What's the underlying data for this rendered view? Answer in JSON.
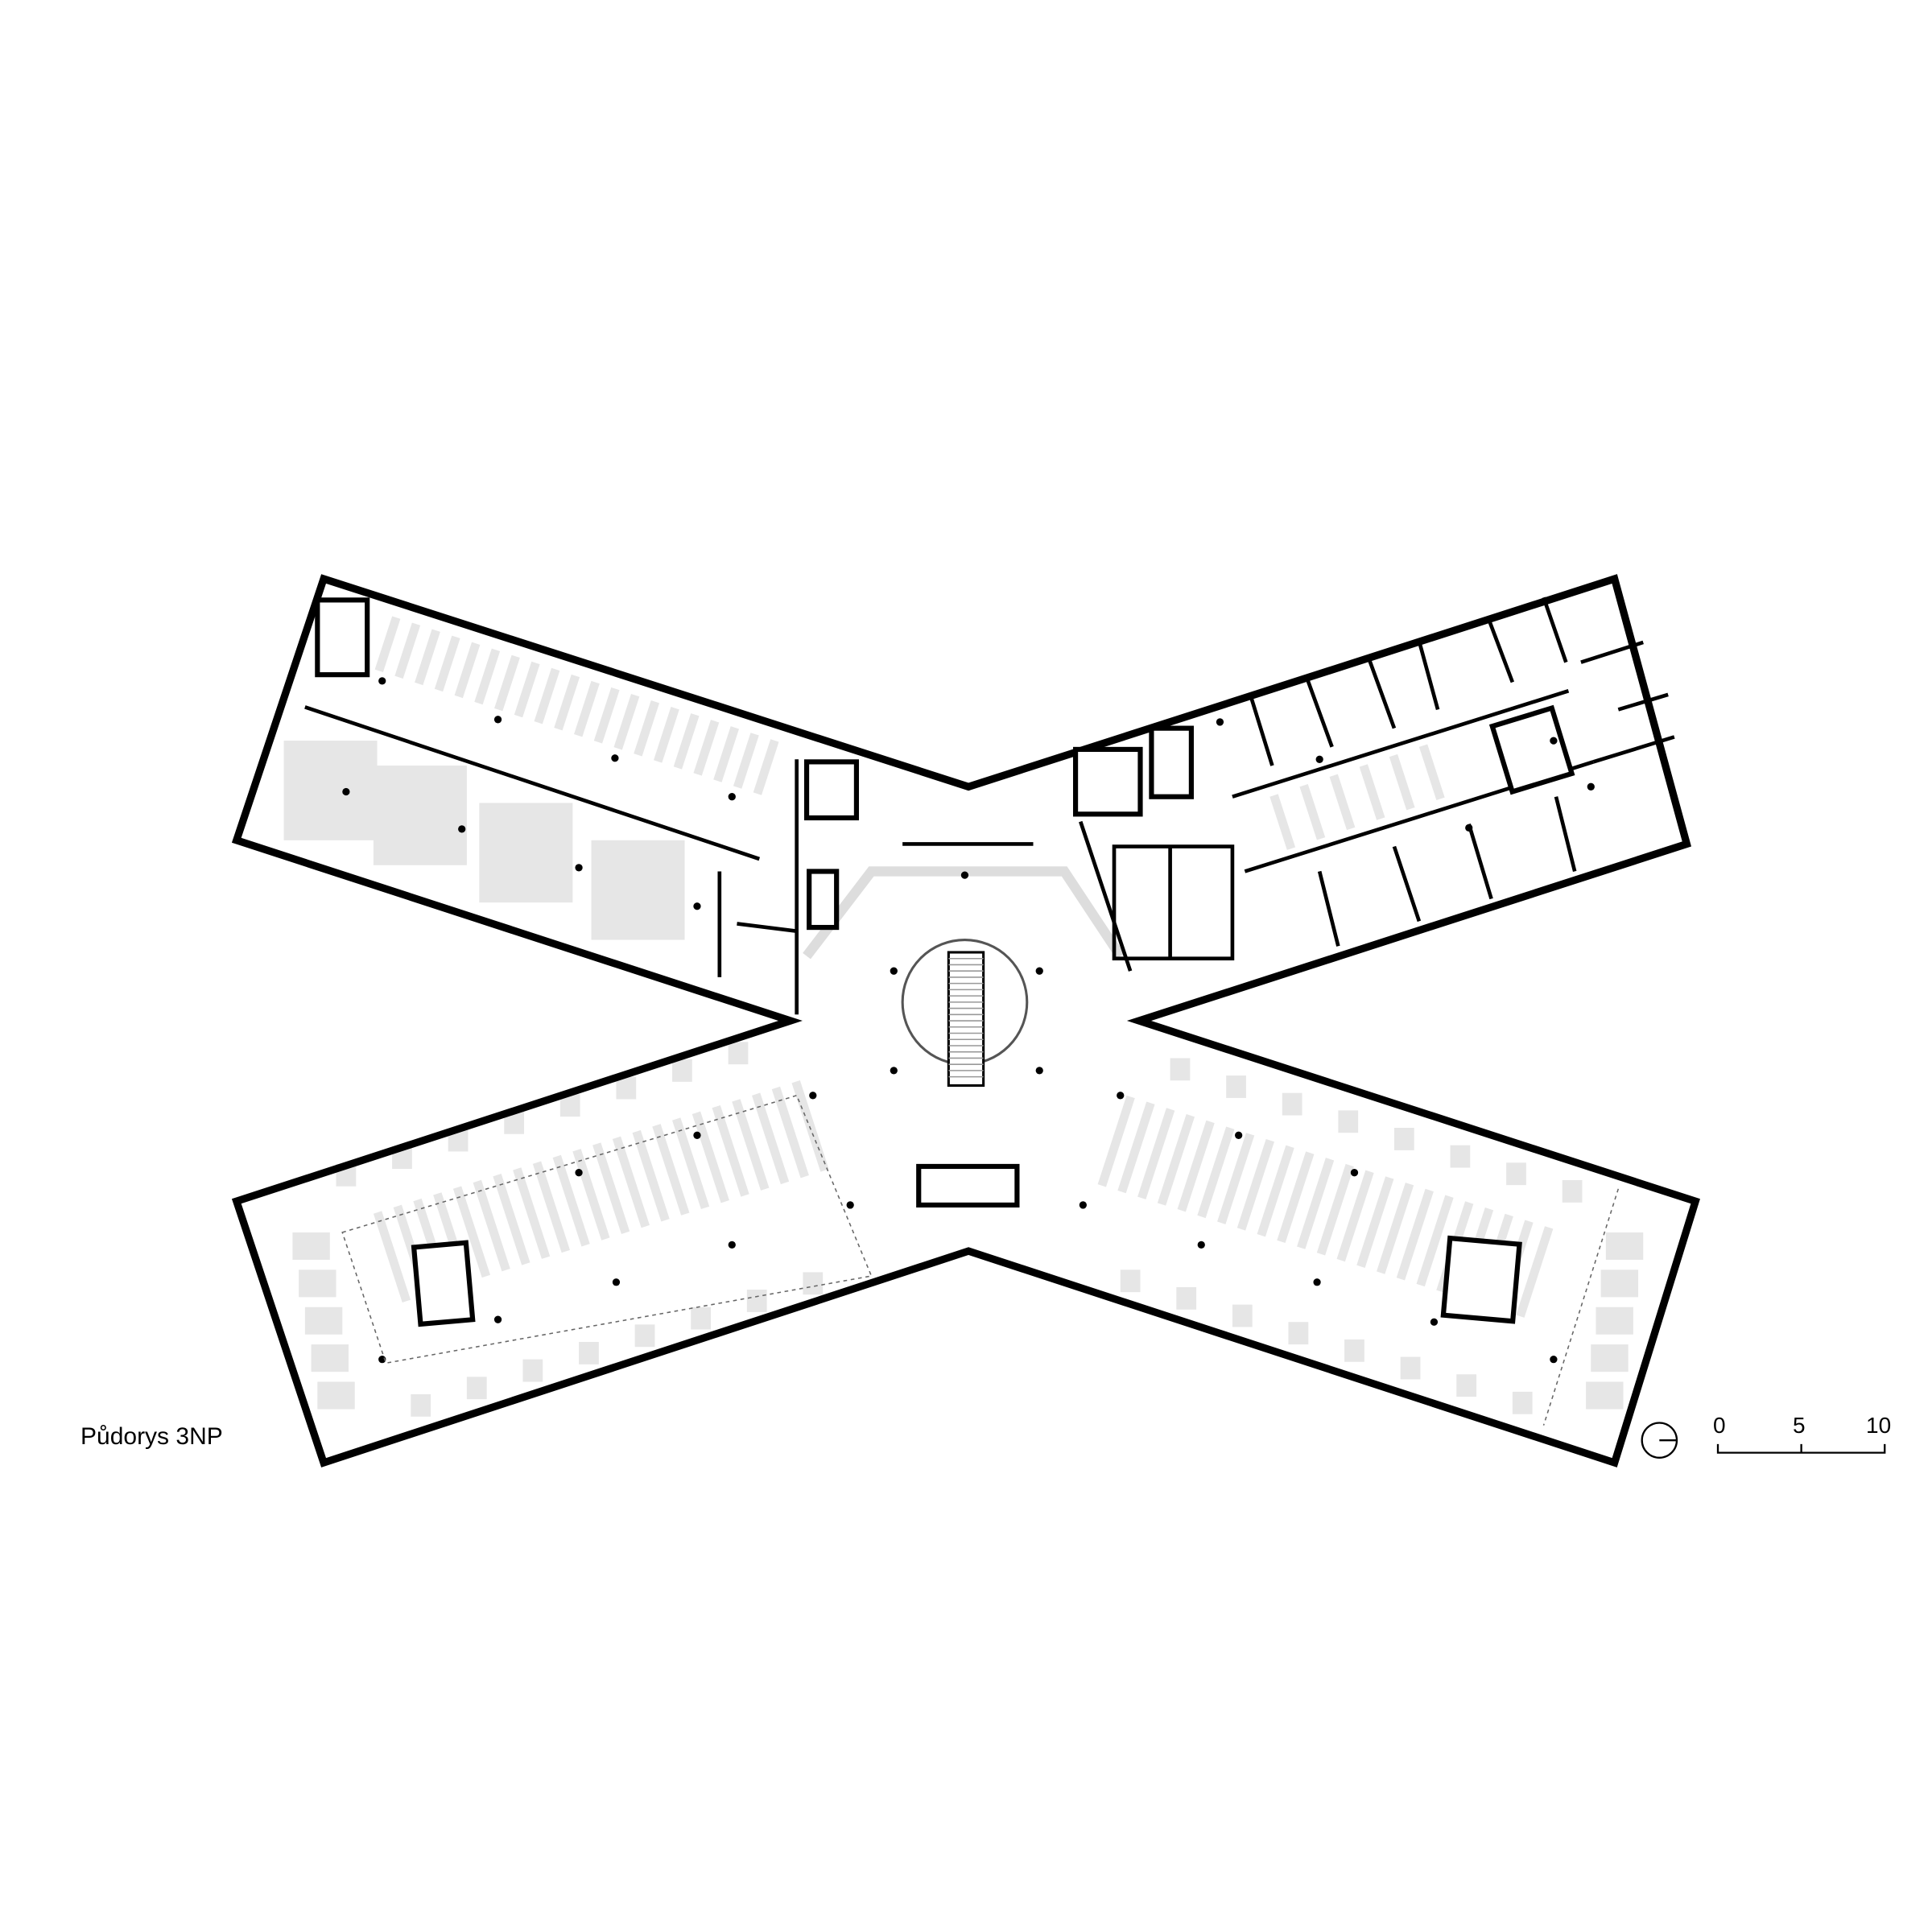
{
  "drawing": {
    "title": "Půdorys 3NP",
    "north_arrow_icon": "north-arrow-icon",
    "scale_bar": {
      "labels": [
        "0",
        "5",
        "10"
      ],
      "unit_icon": "scale-bar-icon"
    }
  },
  "colors": {
    "wall": "#000000",
    "furniture": "#e6e6e6",
    "background": "#ffffff"
  }
}
